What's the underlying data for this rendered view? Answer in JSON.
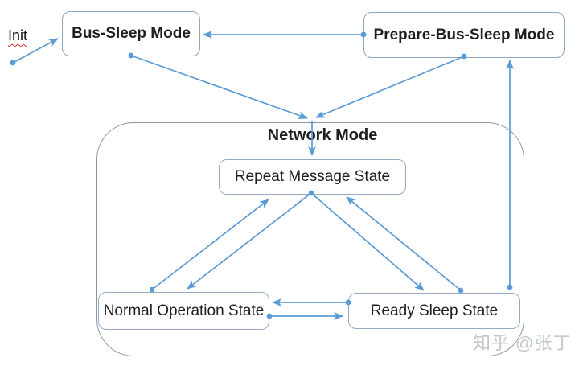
{
  "diagram": {
    "init_label": "Init",
    "watermark": "知乎 @张丁",
    "nodes": {
      "bus_sleep": {
        "label": "Bus-Sleep Mode"
      },
      "prepare_bus_sleep": {
        "label": "Prepare-Bus-Sleep Mode"
      },
      "network": {
        "label": "Network Mode"
      },
      "repeat_message": {
        "label": "Repeat Message State"
      },
      "normal_operation": {
        "label": "Normal Operation State"
      },
      "ready_sleep": {
        "label": "Ready Sleep State"
      }
    },
    "edges": [
      {
        "from": "init",
        "to": "bus_sleep"
      },
      {
        "from": "prepare_bus_sleep",
        "to": "bus_sleep"
      },
      {
        "from": "bus_sleep",
        "to": "network"
      },
      {
        "from": "prepare_bus_sleep",
        "to": "network"
      },
      {
        "from": "network",
        "to": "repeat_message"
      },
      {
        "from": "normal_operation",
        "to": "repeat_message"
      },
      {
        "from": "repeat_message",
        "to": "normal_operation"
      },
      {
        "from": "repeat_message",
        "to": "ready_sleep"
      },
      {
        "from": "ready_sleep",
        "to": "repeat_message"
      },
      {
        "from": "ready_sleep",
        "to": "normal_operation"
      },
      {
        "from": "normal_operation",
        "to": "ready_sleep"
      },
      {
        "from": "ready_sleep",
        "to": "prepare_bus_sleep"
      }
    ],
    "colors": {
      "connector": "#5B9BD5",
      "state_border": "#96abc2",
      "container_border": "#8c97a2",
      "text": "#1f1f1f",
      "watermark": "#c3c8cc",
      "init_underline": "#d13438"
    }
  }
}
